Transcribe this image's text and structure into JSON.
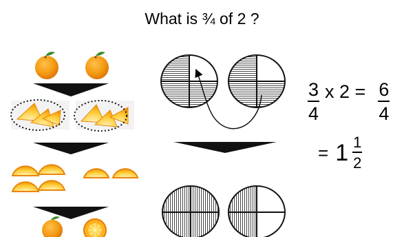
{
  "title": "What is  ¾  of 2 ?",
  "equation": {
    "frac1_num": "3",
    "frac1_den": "4",
    "times_two": "x 2 =",
    "frac2_num": "6",
    "frac2_den": "4",
    "equals": "=",
    "whole": "1",
    "frac3_num": "1",
    "frac3_den": "2"
  },
  "colors": {
    "orange": "#f39a12",
    "orange_dark": "#d9700a",
    "leaf": "#3d8a2a",
    "arrow": "#111111",
    "hatch": "#555555"
  }
}
